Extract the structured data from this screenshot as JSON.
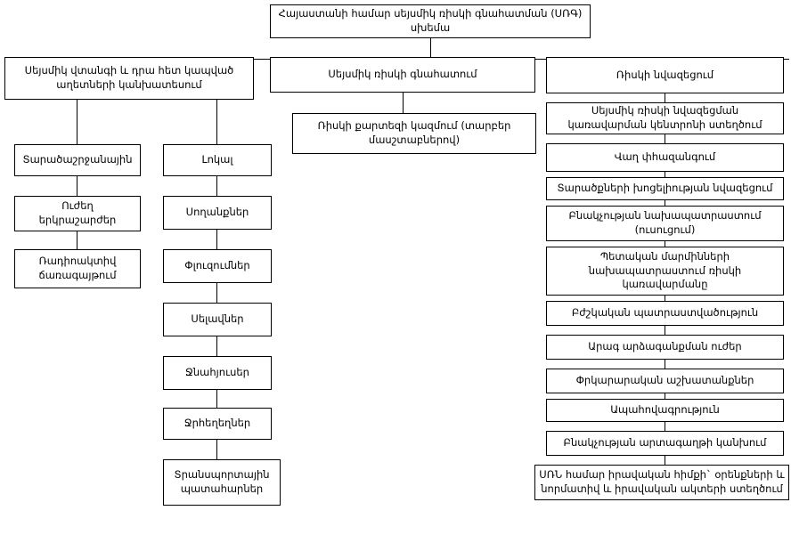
{
  "diagram": {
    "type": "flowchart",
    "language": "Armenian",
    "background_color": "#ffffff",
    "line_color": "#000000",
    "box_fill": "#ffffff",
    "root": {
      "label": "Հայաստանի համար սեյսմիկ ռիսկի գնահատման (ՍՌԳ)\nսխեմա"
    },
    "branches": [
      {
        "name": "hazard-branch",
        "header": "Սեյսմիկ վտանգի և դրա հետ կապված\nաղետների կանխատեսում",
        "subcolumns": [
          {
            "name": "hazard-left",
            "items": [
              "Տարածաշրջանային",
              "Ուժեղ\nերկրաշարժեր",
              "Ռադիոակտիվ\nճառագայթում"
            ]
          },
          {
            "name": "hazard-right",
            "items": [
              "Լոկալ",
              "Սողանքներ",
              "Փլուզումներ",
              "Սելավներ",
              "Ջնահյուսեր",
              "Ջրհեղեղներ",
              "Տրանսպորտային\nպատահարներ"
            ]
          }
        ]
      },
      {
        "name": "risk-assessment-branch",
        "header": "Սեյսմիկ ռիսկի գնահատում",
        "items": [
          "Ռիսկի քարտեզի կազմում (տարբեր\nմասշտաբներով)"
        ]
      },
      {
        "name": "risk-reduction-branch",
        "header": "Ռիսկի նվազեցում",
        "items": [
          "Սեյսմիկ ռիսկի նվազեցման\nկառավարման կենտրոնի ստեղծում",
          "Վաղ փհազանգում",
          "Տարածքների խոցելիության նվազեցում",
          "Բնակչության նախապատրաստում\n(ուսուցում)",
          "Պետական մարմինների\nնախապատրաստում ռիսկի\nկառավարմանը",
          "Բժշկական պատրաստվածություն",
          "Արագ արձագանքման ուժեր",
          "Փրկարարական աշխատանքներ",
          "Ապահովագրություն",
          "Բնակչության արտագաղթի կանխում",
          "ՍՌՆ համար իրավական հիմքի` օրենքների և\nնորմատիվ և իրավական ակտերի ստեղծում"
        ]
      }
    ]
  }
}
